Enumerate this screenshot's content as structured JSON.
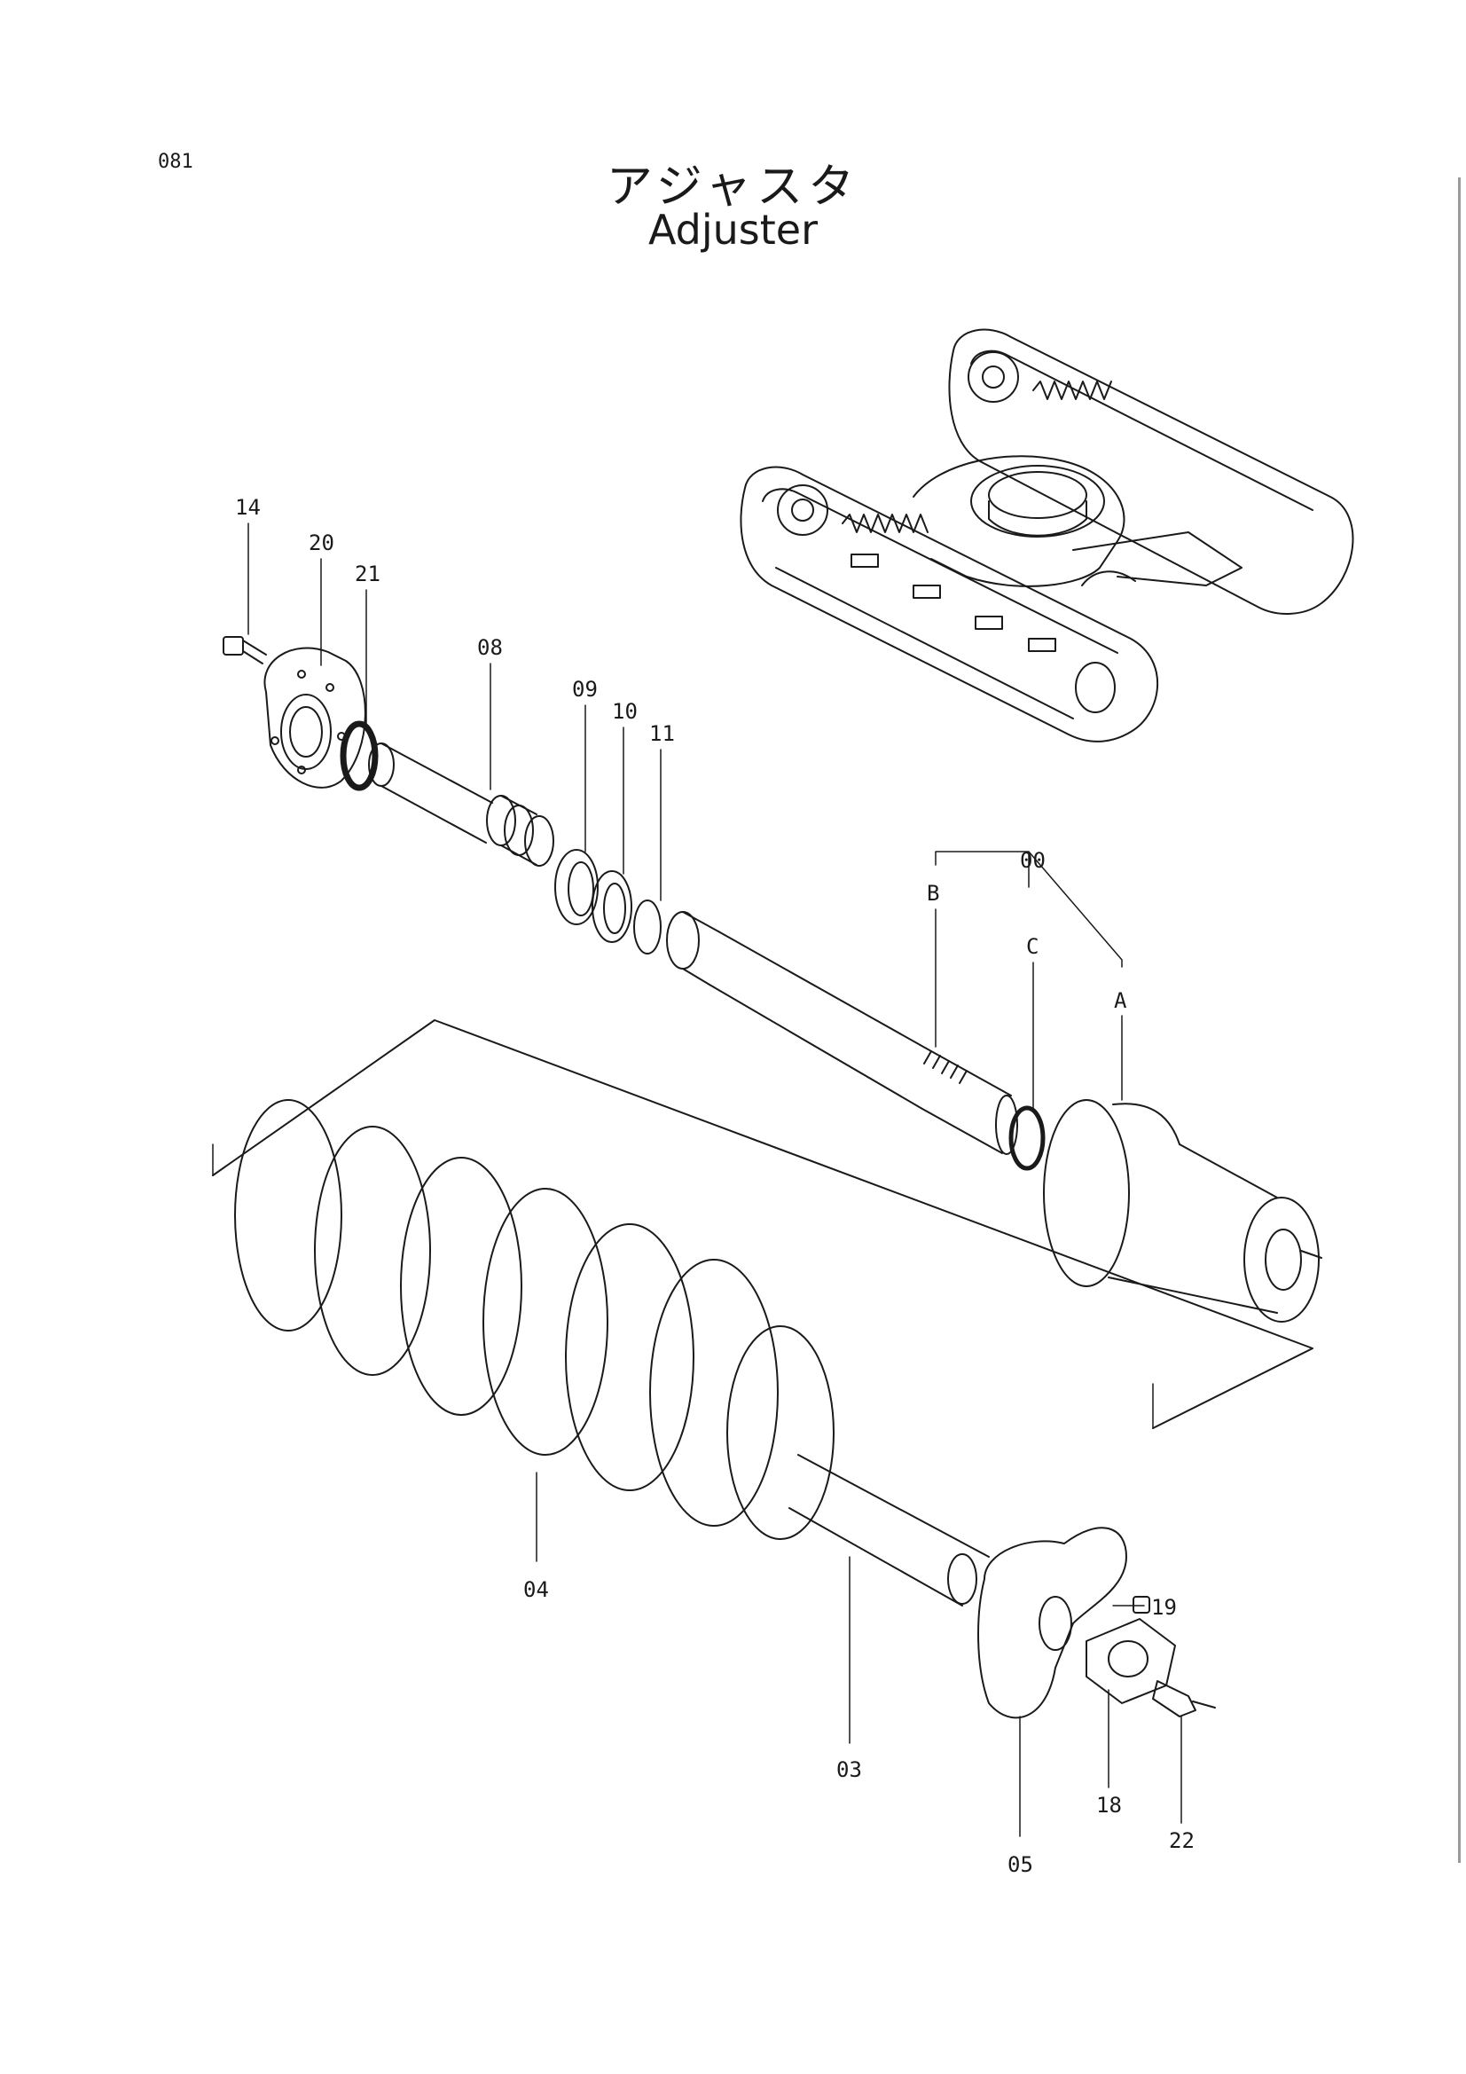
{
  "page_number": "081",
  "title_jp": "アジャスタ",
  "title_en": "Adjuster",
  "labels": {
    "p14": "14",
    "p20": "20",
    "p21": "21",
    "p08": "08",
    "p09": "09",
    "p10": "10",
    "p11": "11",
    "p00": "00",
    "pB": "B",
    "pC": "C",
    "pA": "A",
    "p04": "04",
    "p03": "03",
    "p19": "19",
    "p18": "18",
    "p22": "22",
    "p05": "05"
  }
}
